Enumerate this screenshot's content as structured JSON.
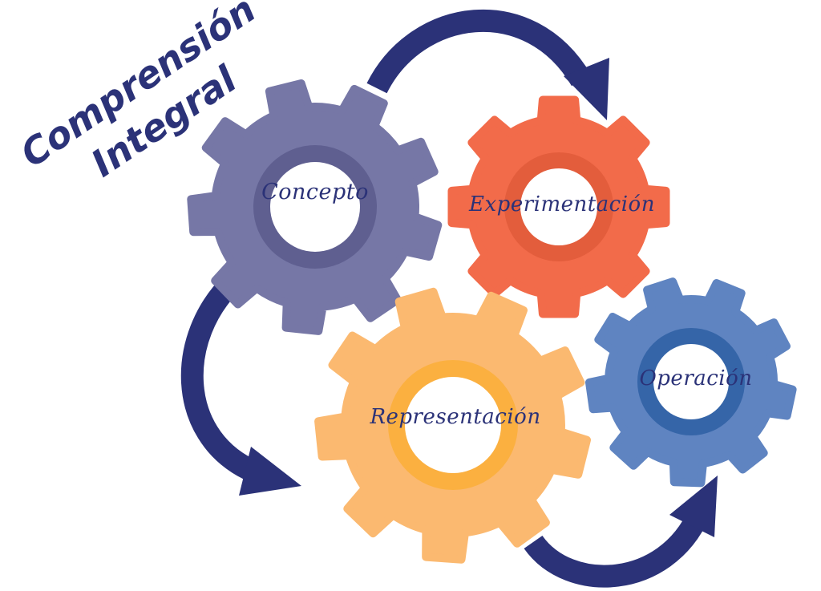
{
  "title": {
    "line1": "Comprensión",
    "line2": "Integral",
    "color": "#2b3278"
  },
  "arrow_color": "#2b3278",
  "gears": [
    {
      "id": "concepto",
      "label": "Concepto",
      "body_color": "#7677a6",
      "ring_color": "#5f5f90",
      "teeth": 9
    },
    {
      "id": "experimentacion",
      "label": "Experimentación",
      "body_color": "#f26b4a",
      "ring_color": "#e35d3c",
      "teeth": 8
    },
    {
      "id": "representacion",
      "label": "Representación",
      "body_color": "#fbb970",
      "ring_color": "#fbb040",
      "teeth": 9
    },
    {
      "id": "operacion",
      "label": "Operación",
      "body_color": "#5f84c1",
      "ring_color": "#3565a8",
      "teeth": 9
    }
  ],
  "flow": [
    {
      "from": "Concepto",
      "to": "Experimentación"
    },
    {
      "from": "Concepto",
      "to": "Representación"
    },
    {
      "from": "Representación",
      "to": "Operación"
    }
  ]
}
